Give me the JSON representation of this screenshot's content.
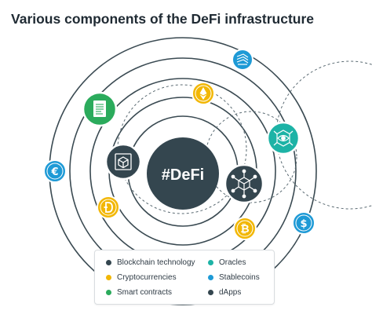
{
  "title": "Various components of the DeFi infrastructure",
  "center_label": "#DeFi",
  "colors": {
    "dark": "#34464f",
    "gold": "#f2b705",
    "green": "#2bab5c",
    "teal": "#1db3a6",
    "blue": "#1e9ad6",
    "ring": "#3a4a52"
  },
  "legend": {
    "items": [
      {
        "label": "Blockchain technology",
        "color": "#34464f"
      },
      {
        "label": "Cryptocurrencies",
        "color": "#f2b705"
      },
      {
        "label": "Smart contracts",
        "color": "#2bab5c"
      },
      {
        "label": "Oracles",
        "color": "#1db3a6"
      },
      {
        "label": "Stablecoins",
        "color": "#1e9ad6"
      },
      {
        "label": "dApps",
        "color": "#34464f"
      }
    ]
  },
  "nodes": [
    {
      "icon": "blockchain-cube-icon",
      "category": "Blockchain technology"
    },
    {
      "icon": "network-cube-icon",
      "category": "Blockchain technology"
    },
    {
      "icon": "ethereum-coin-icon",
      "category": "Cryptocurrencies"
    },
    {
      "icon": "dash-coin-icon",
      "category": "Cryptocurrencies"
    },
    {
      "icon": "bitcoin-coin-icon",
      "category": "Cryptocurrencies"
    },
    {
      "icon": "smart-contract-document-icon",
      "category": "Smart contracts"
    },
    {
      "icon": "oracle-eye-network-icon",
      "category": "Oracles"
    },
    {
      "icon": "euro-coin-icon",
      "category": "Stablecoins"
    },
    {
      "icon": "dollar-coin-icon",
      "category": "Stablecoins"
    },
    {
      "icon": "stablecoin-stack-icon",
      "category": "Stablecoins"
    }
  ]
}
